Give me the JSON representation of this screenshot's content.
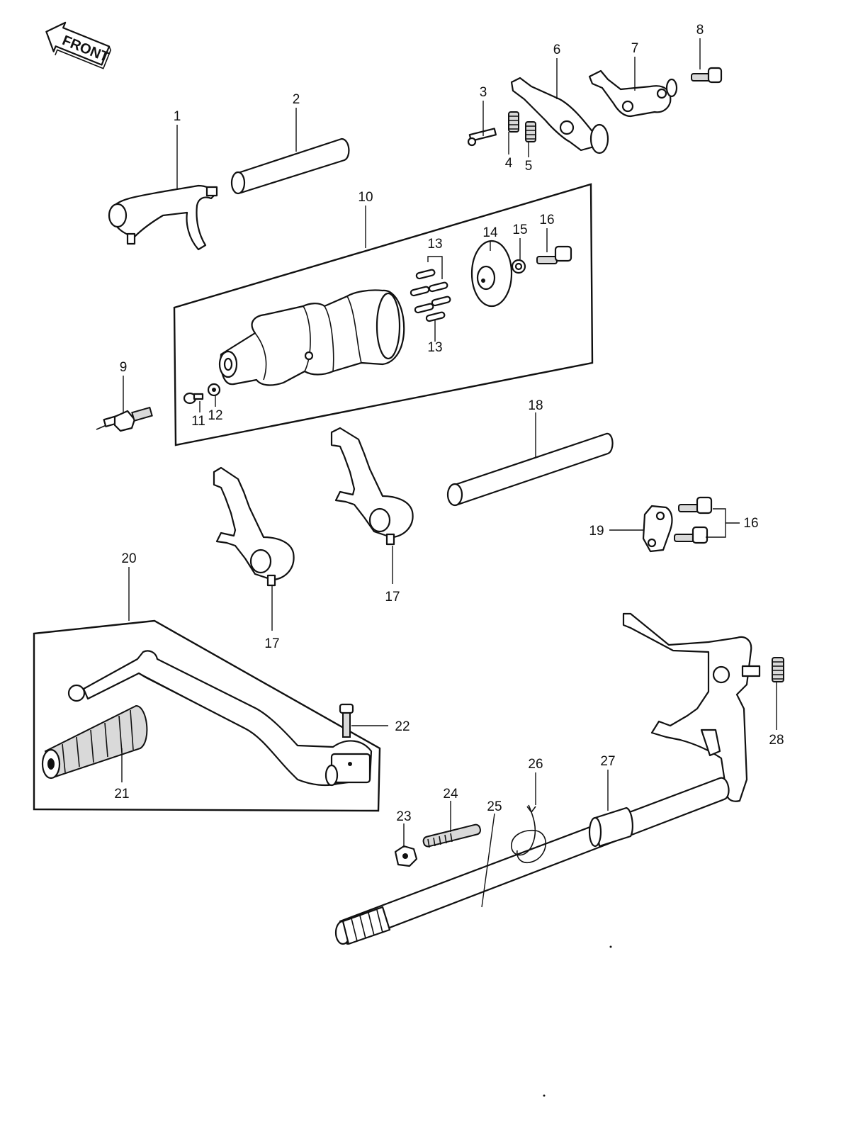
{
  "front_badge": "FRONT",
  "part_numbers": {
    "p1": "1",
    "p2": "2",
    "p3": "3",
    "p4": "4",
    "p5": "5",
    "p6": "6",
    "p7": "7",
    "p8": "8",
    "p9": "9",
    "p10": "10",
    "p11": "11",
    "p12": "12",
    "p13a": "13",
    "p13b": "13",
    "p14": "14",
    "p15": "15",
    "p16a": "16",
    "p16b": "16",
    "p17a": "17",
    "p17b": "17",
    "p18": "18",
    "p19": "19",
    "p20": "20",
    "p21": "21",
    "p22": "22",
    "p23": "23",
    "p24": "24",
    "p25": "25",
    "p26": "26",
    "p27": "27",
    "p28": "28"
  }
}
